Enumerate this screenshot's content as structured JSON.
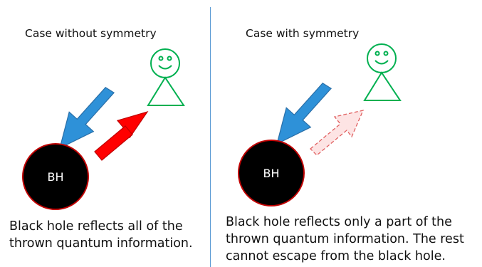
{
  "left": {
    "title": "Case without symmetry",
    "black_hole_label": "BH",
    "caption_lines": [
      "Black hole reflects all of the",
      "thrown quantum information."
    ]
  },
  "right": {
    "title": "Case with symmetry",
    "black_hole_label": "BH",
    "caption_lines": [
      "Black hole reflects only a part of the",
      "thrown quantum information. The rest",
      "cannot escape from the black hole."
    ]
  },
  "colors": {
    "observer": "#00b050",
    "incoming_arrow": "#2e91d8",
    "reflected_arrow": "#ff0000",
    "partial_reflection_fill": "#fde4e4",
    "black_hole": "#000000",
    "black_hole_border": "#c00000",
    "divider": "#5b9bd5"
  }
}
